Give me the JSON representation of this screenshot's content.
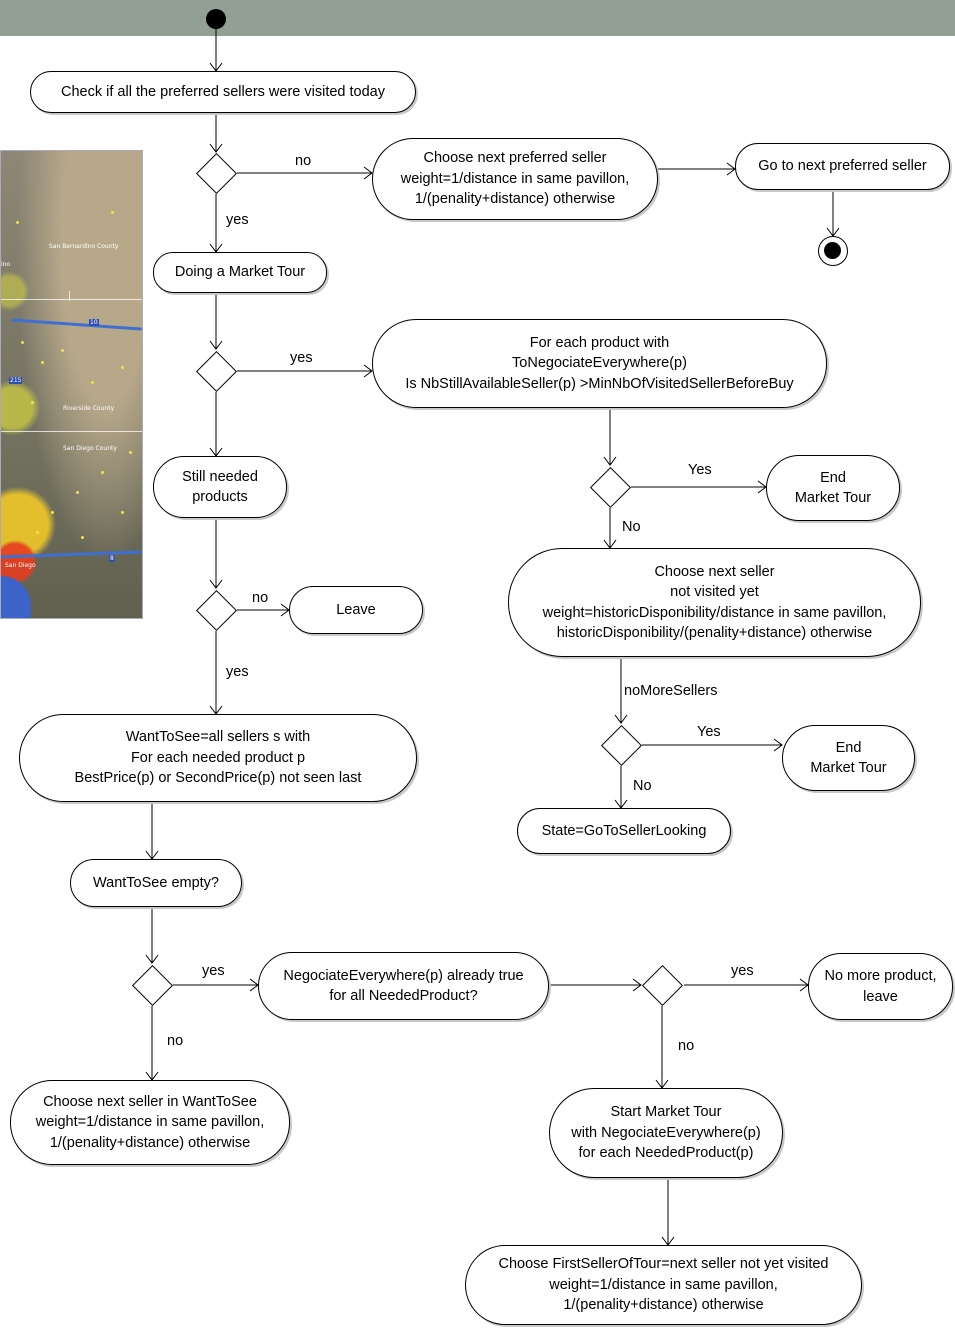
{
  "nodes": {
    "check_preferred": "Check if all the preferred sellers were visited today",
    "choose_next_preferred": "Choose next preferred seller\nweight=1/distance in same pavillon,\n1/(penality+distance) otherwise",
    "go_next_preferred": "Go to next preferred seller",
    "doing_market_tour": "Doing a Market Tour",
    "for_each_product": "For each product with\nToNegociateEverywhere(p)\nIs NbStillAvailableSeller(p) >MinNbOfVisitedSellerBeforeBuy",
    "end_market_tour_1": "End\nMarket Tour",
    "still_needed": "Still needed\nproducts",
    "choose_next_seller": "Choose next seller\nnot visited yet\nweight=historicDisponibility/distance in same pavillon,\nhistoricDisponibility/(penality+distance) otherwise",
    "leave": "Leave",
    "end_market_tour_2": "End\nMarket Tour",
    "state_goto": "State=GoToSellerLooking",
    "want_to_see": "WantToSee=all sellers s with\nFor each needed product p\nBestPrice(p) or SecondPrice(p) not seen last",
    "want_to_see_empty": "WantToSee empty?",
    "negociate_everywhere": "NegociateEverywhere(p) already true\nfor all NeededProduct?",
    "no_more_product": "No more product,\nleave",
    "choose_in_wanttosee": "Choose next  seller in WantToSee\nweight=1/distance in same pavillon,\n1/(penality+distance) otherwise",
    "start_market_tour": "Start Market Tour\nwith NegociateEverywhere(p)\nfor each NeededProduct(p)",
    "choose_first_seller": "Choose FirstSellerOfTour=next seller not yet visited\nweight=1/distance in same pavillon,\n1/(penality+distance) otherwise"
  },
  "edge_labels": {
    "d1_no": "no",
    "d1_yes": "yes",
    "d2_yes": "yes",
    "d3_yes": "Yes",
    "d3_no": "No",
    "d4_no": "no",
    "d4_yes": "yes",
    "no_more_sellers": "noMoreSellers",
    "d5_yes": "Yes",
    "d5_no": "No",
    "d6_yes": "yes",
    "d6_no": "no",
    "d7_yes": "yes",
    "d7_no": "no"
  },
  "map": {
    "labels": {
      "san_bernardino": "San Bernardino County",
      "riverside": "Riverside County",
      "san_diego_county": "San Diego County",
      "san_diego": "San Diego",
      "edge_ino": "ino"
    },
    "highway_shields": [
      "10",
      "215",
      "8"
    ]
  }
}
